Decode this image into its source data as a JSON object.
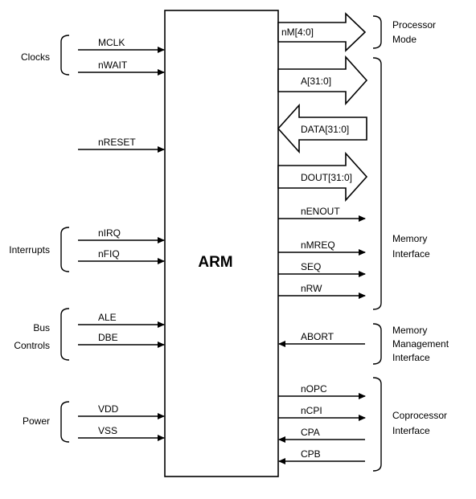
{
  "block": {
    "title": "ARM"
  },
  "groups": {
    "clocks": "Clocks",
    "interrupts": "Interrupts",
    "bus_controls": [
      "Bus",
      "Controls"
    ],
    "power": "Power",
    "processor_mode": [
      "Processor",
      "Mode"
    ],
    "memory_interface": [
      "Memory",
      "Interface"
    ],
    "memory_management_interface": [
      "Memory",
      "Management",
      "Interface"
    ],
    "coprocessor_interface": [
      "Coprocessor",
      "Interface"
    ]
  },
  "left_signals": {
    "mclk": "MCLK",
    "nwait": "nWAIT",
    "nreset": "nRESET",
    "nirq": "nIRQ",
    "nfiq": "nFIQ",
    "ale": "ALE",
    "dbe": "DBE",
    "vdd": "VDD",
    "vss": "VSS"
  },
  "right_signals": {
    "nm": "nM[4:0]",
    "a": "A[31:0]",
    "data": "DATA[31:0]",
    "dout": "DOUT[31:0]",
    "nenout": "nENOUT",
    "nmreq": "nMREQ",
    "seq": "SEQ",
    "nrw": "nRW",
    "abort": "ABORT",
    "nopc": "nOPC",
    "ncpi": "nCPI",
    "cpa": "CPA",
    "cpb": "CPB"
  }
}
